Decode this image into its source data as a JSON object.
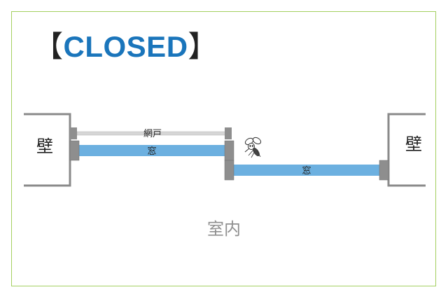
{
  "title": {
    "open_bracket": "【",
    "text": "CLOSED",
    "close_bracket": "】"
  },
  "labels": {
    "wall_left": "壁",
    "wall_right": "壁",
    "screen_door": "網戸",
    "window_left": "窓",
    "window_right": "窓",
    "room_interior": "室内"
  },
  "icons": {
    "mosquito": "mosquito-icon"
  },
  "colors": {
    "frame_border": "#a4cf5f",
    "title": "#1a75bb",
    "window_glass": "#6cb0e0",
    "screen_mesh": "#d6d6d6",
    "frame_part": "#8e8e8e",
    "wall_line": "#8a8a8a",
    "room_label": "#8f8f8f"
  }
}
